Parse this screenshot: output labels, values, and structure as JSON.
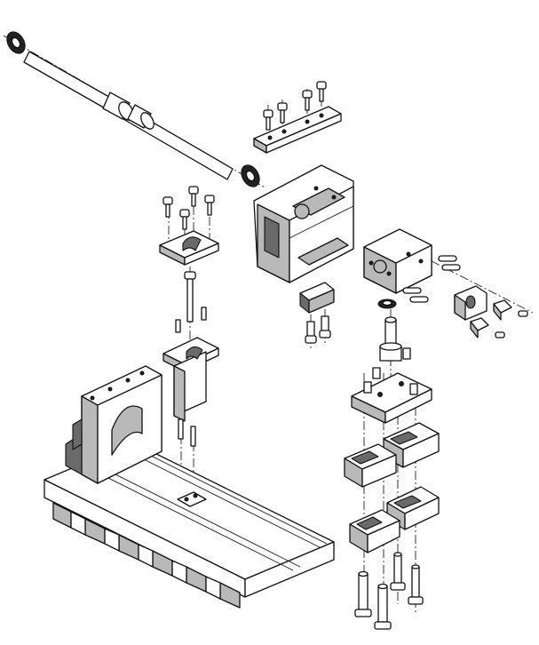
{
  "figure": {
    "kind": "exploded-assembly-line-drawing",
    "style": "black line art with grey shading on white",
    "colors": {
      "line": "#111111",
      "shade": "#b9b9b9",
      "dark_shade": "#6a6a6a",
      "background": "#ffffff"
    },
    "parts": [
      {
        "id": "shaft",
        "label": ""
      },
      {
        "id": "top-clamp-bar",
        "label": ""
      },
      {
        "id": "angle-bracket",
        "label": ""
      },
      {
        "id": "side-plate",
        "label": ""
      },
      {
        "id": "split-clamp-cap",
        "label": ""
      },
      {
        "id": "post-support",
        "label": ""
      },
      {
        "id": "base-plate",
        "label": ""
      },
      {
        "id": "saddle-assembly",
        "label": ""
      },
      {
        "id": "v-blocks",
        "label": ""
      },
      {
        "id": "locating-pins",
        "label": ""
      }
    ]
  }
}
